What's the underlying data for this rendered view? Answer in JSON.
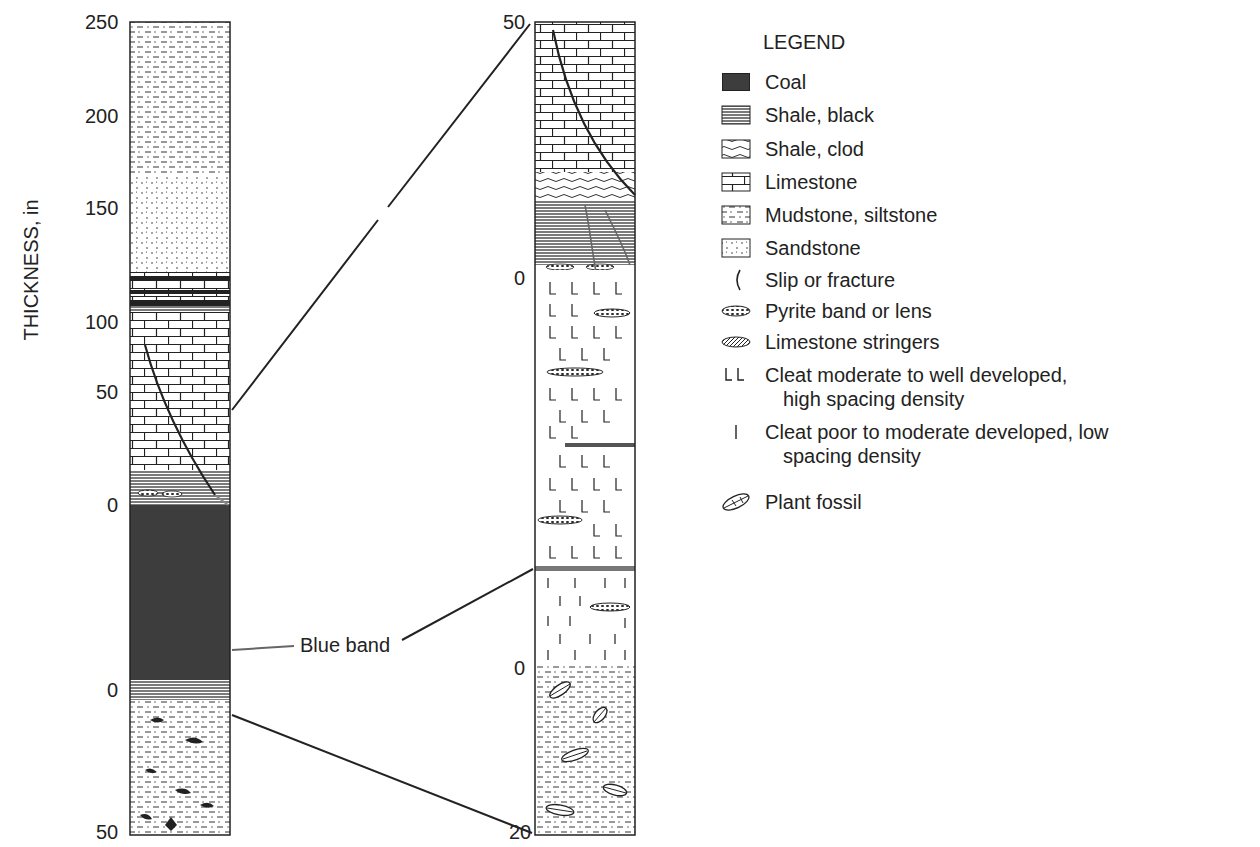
{
  "diagram": {
    "labels": [
      "250",
      "200",
      "150",
      "100",
      "50",
      "0",
      "0",
      "50",
      "THICKNESS, in",
      "50",
      "0",
      "0",
      "20",
      "Blue band",
      "LEGEND"
    ],
    "legend": [
      {
        "text": "Coal",
        "color": "#3d3d3d"
      },
      {
        "text": "Shale, black"
      },
      {
        "text": "Shale, clod"
      },
      {
        "text": "Limestone"
      },
      {
        "text": "Mudstone, siltstone"
      },
      {
        "text": "Sandstone"
      },
      {
        "text": "Slip or fracture"
      },
      {
        "text": "Pyrite band or lens"
      },
      {
        "text": "Limestone stringers"
      },
      {
        "text": "Cleat moderate to well developed, high spacing density"
      },
      {
        "text": "Cleat poor to moderate developed, low spacing density"
      },
      {
        "text": "Plant fossil"
      }
    ]
  }
}
